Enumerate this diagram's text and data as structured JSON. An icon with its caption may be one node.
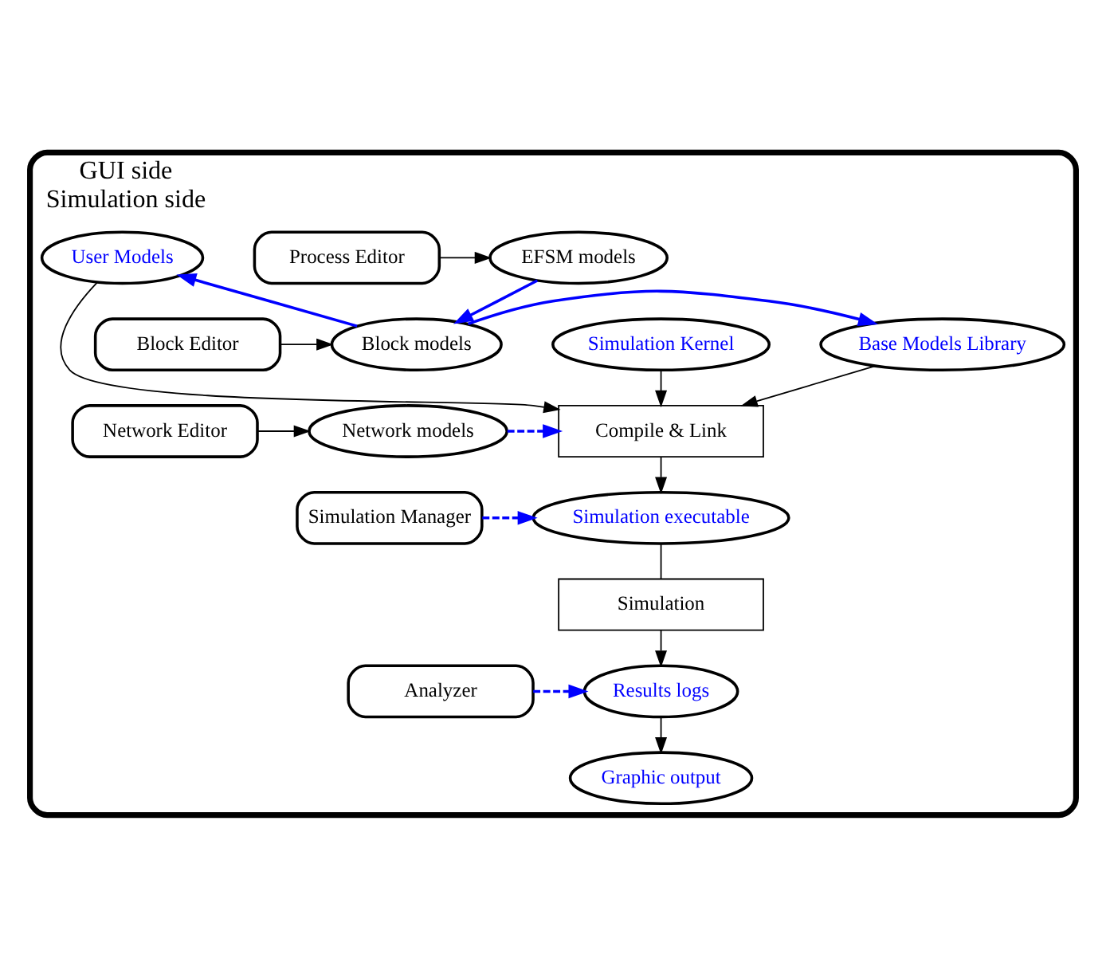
{
  "diagram": {
    "nodes": [
      {
        "text": [
          "GUI side",
          "Simulation side"
        ]
      },
      {
        "text": [
          "Process Editor"
        ],
        "in": 0
      },
      {
        "text": [
          "EFSM models"
        ],
        "in": 0
      },
      {
        "text": [
          "User Models"
        ],
        "in": 0
      },
      {
        "text": [
          "Block Editor"
        ],
        "in": 0
      },
      {
        "text": [
          "Block models"
        ],
        "in": 0
      },
      {
        "text": [
          "Base Models Library"
        ],
        "in": 0
      },
      {
        "text": [
          "Simulation Kernel"
        ],
        "in": 0
      },
      {
        "text": [
          "Network Editor"
        ],
        "in": 0
      },
      {
        "text": [
          "Network models"
        ],
        "in": 0
      },
      {
        "text": [
          "Compile & Link"
        ],
        "in": 0
      },
      {
        "text": [
          "Simulation Manager"
        ],
        "in": 0
      },
      {
        "text": [
          "Simulation executable"
        ],
        "in": 0
      },
      {
        "text": [
          "Simulation"
        ],
        "in": 0
      },
      {
        "text": [
          "Analyzer"
        ],
        "in": 0
      },
      {
        "text": [
          "Results logs"
        ],
        "in": 0
      },
      {
        "text": [
          "Graphic output"
        ],
        "in": 0
      }
    ],
    "edges": [
      {
        "from": 1,
        "to": 2,
        "arrow": "to"
      },
      {
        "from": 2,
        "to": 5,
        "arrow": "to",
        "color": "#0000ff"
      },
      {
        "from": 5,
        "to": 3,
        "arrow": "to",
        "color": "#0000ff"
      },
      {
        "from": 4,
        "to": 5,
        "arrow": "to"
      },
      {
        "from": 5,
        "to": 6,
        "arrow": "to",
        "color": "#0000ff"
      },
      {
        "from": 6,
        "to": 10,
        "arrow": "to"
      },
      {
        "from": 3,
        "to": 10,
        "arrow": "to"
      },
      {
        "from": 7,
        "to": 10,
        "arrow": "to"
      },
      {
        "from": 8,
        "to": 9,
        "arrow": "to"
      },
      {
        "from": 9,
        "to": 10,
        "arrow": "to",
        "style": "dashed",
        "color": "#0000ff"
      },
      {
        "from": 10,
        "to": 12,
        "arrow": "to"
      },
      {
        "from": 11,
        "to": 12,
        "arrow": "to",
        "style": "dashed",
        "color": "#0000ff"
      },
      {
        "from": 12,
        "to": 13,
        "arrow": "none"
      },
      {
        "from": 13,
        "to": 15,
        "arrow": "to"
      },
      {
        "from": 14,
        "to": 15,
        "arrow": "to",
        "style": "dashed",
        "color": "#0000ff"
      },
      {
        "from": 15,
        "to": 16,
        "arrow": "to"
      }
    ]
  }
}
